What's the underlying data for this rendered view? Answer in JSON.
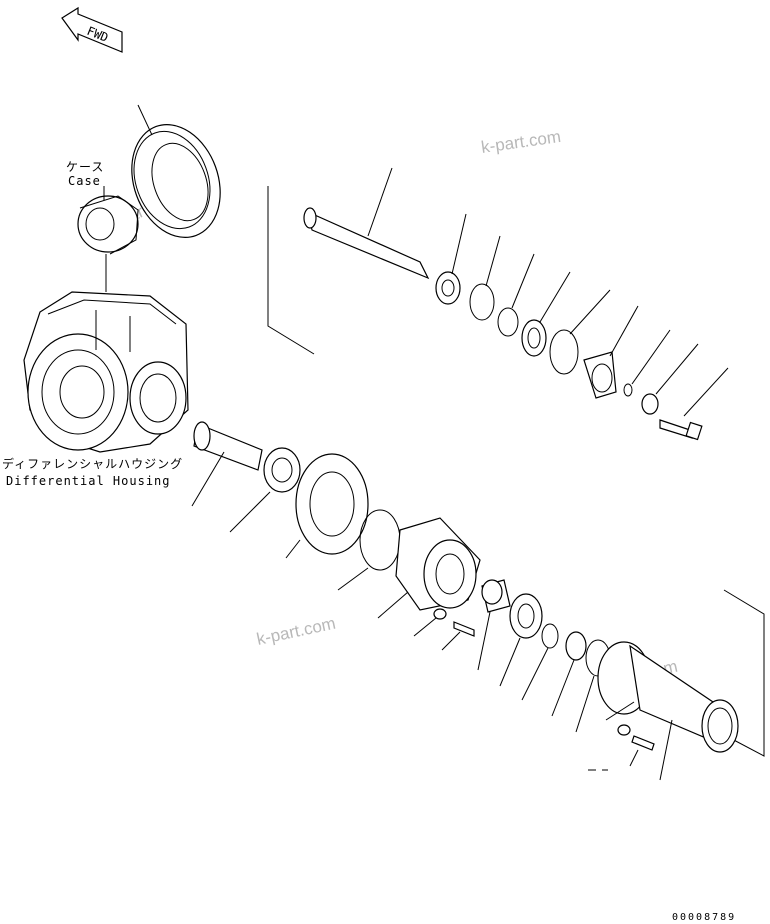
{
  "direction_marker": {
    "text": "FWD",
    "icon": "fwd-arrow-icon"
  },
  "labels": {
    "case_jp": "ケース",
    "case_en": "Case",
    "housing_jp": "ディファレンシャルハウジング",
    "housing_en": "Differential Housing"
  },
  "watermarks": [
    "k-part.com",
    "k-part.com",
    "k-part.com",
    "k-part.com"
  ],
  "drawing_code": "00008789"
}
